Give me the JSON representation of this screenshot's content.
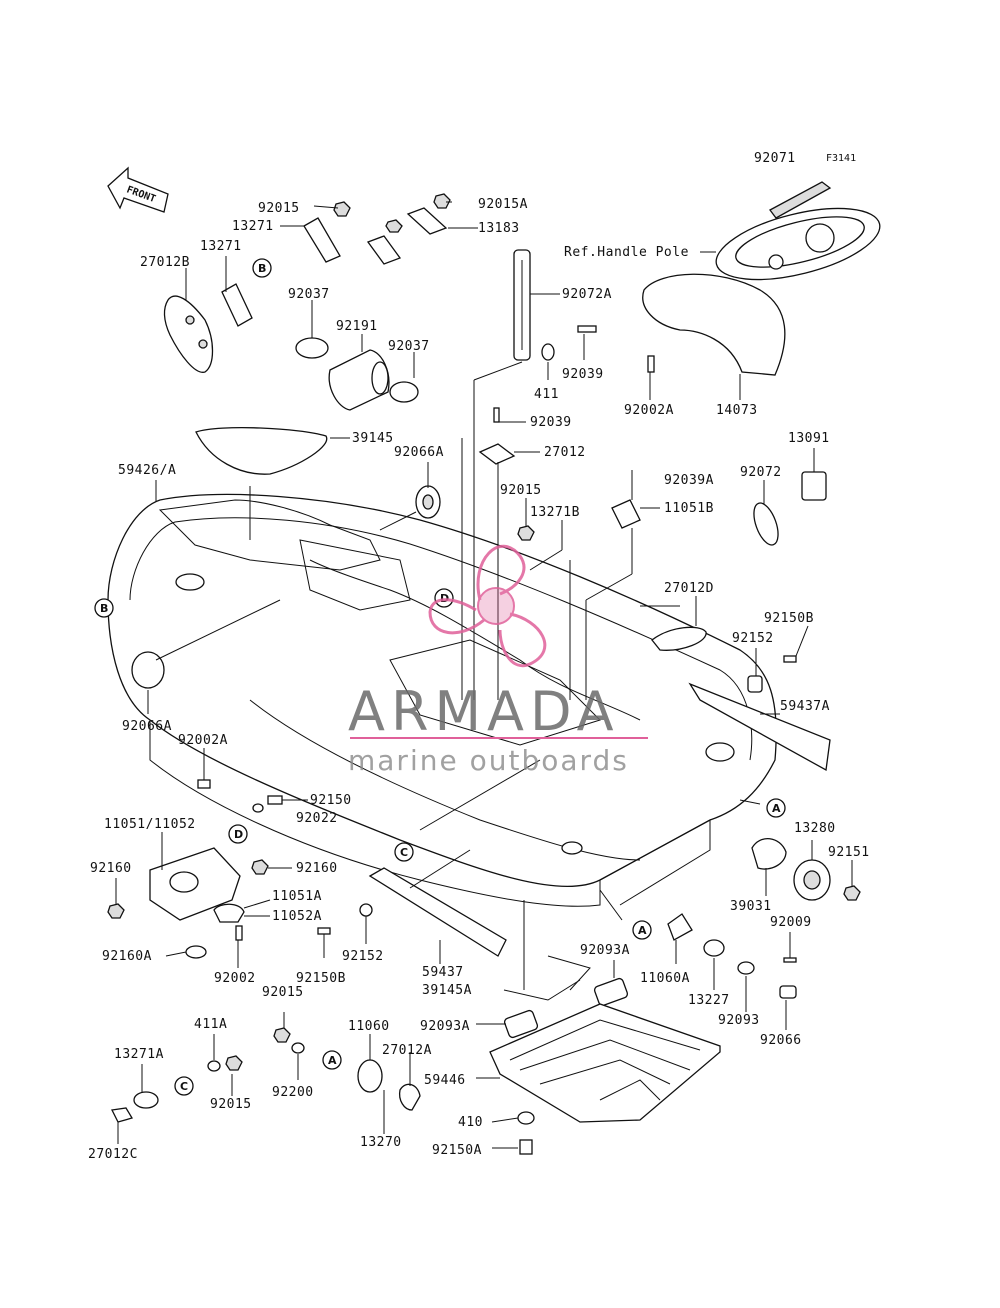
{
  "diagram_code": "F3141",
  "front_arrow": "FRONT",
  "ref_label": "Ref.Handle Pole",
  "watermark": {
    "title": "ARMADA",
    "subtitle": "marine outboards",
    "accent_color": "#e0609a"
  },
  "labels": {
    "p92071": "92071",
    "p92015_top": "92015",
    "p92015A": "92015A",
    "p13271_a": "13271",
    "p13183": "13183",
    "p13271_b": "13271",
    "p27012B": "27012B",
    "p92037_a": "92037",
    "p92191": "92191",
    "p92072A": "92072A",
    "p92039_a": "92039",
    "p411": "411",
    "p92037_b": "92037",
    "p92002A_top": "92002A",
    "p14073": "14073",
    "p92039_b": "92039",
    "p39145": "39145",
    "p27012": "27012",
    "p13091": "13091",
    "p59426A": "59426/A",
    "p92066A_top": "92066A",
    "p92015_mid": "92015",
    "p92039A": "92039A",
    "p92072": "92072",
    "p13271B": "13271B",
    "p11051B": "11051B",
    "p27012D": "27012D",
    "p92150B_right": "92150B",
    "p92152_right": "92152",
    "p59437A": "59437A",
    "p92066A_bot": "92066A",
    "p92002A_left": "92002A",
    "p92150": "92150",
    "p92022": "92022",
    "p11051_11052": "11051/11052",
    "p13280": "13280",
    "p92151": "92151",
    "p92160_a": "92160",
    "p92160_b": "92160",
    "p11051A": "11051A",
    "p11052A": "11052A",
    "p39031": "39031",
    "p92009": "92009",
    "p92160A": "92160A",
    "p92002": "92002",
    "p92152_left": "92152",
    "p92150B_left": "92150B",
    "p59437": "59437",
    "p39145A": "39145A",
    "p92093A_a": "92093A",
    "p11060A": "11060A",
    "p13227": "13227",
    "p92093": "92093",
    "p92066": "92066",
    "p92015_bot": "92015",
    "p411A": "411A",
    "p11060": "11060",
    "p27012A": "27012A",
    "p92093A_b": "92093A",
    "p13271A": "13271A",
    "p92015_bl": "92015",
    "p92200": "92200",
    "p59446": "59446",
    "p13270": "13270",
    "p410": "410",
    "p27012C": "27012C",
    "p92150A": "92150A"
  },
  "callouts": {
    "A": "A",
    "B": "B",
    "C": "C",
    "D": "D"
  }
}
